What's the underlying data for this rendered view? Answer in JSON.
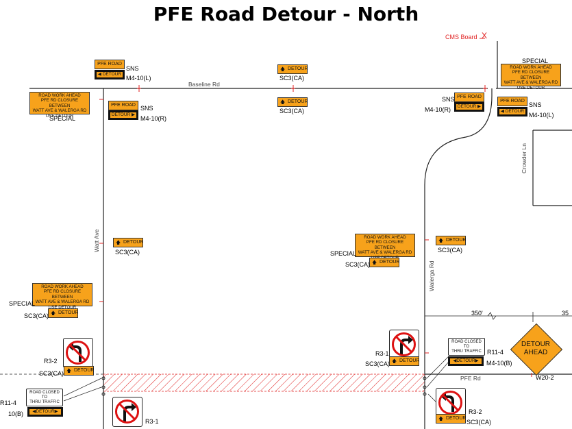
{
  "title": "PFE Road Detour - North",
  "roads": {
    "baseline": "Baseline Rd",
    "watt": "Watt Ave",
    "walerga": "Walerga Rd",
    "crowder": "Crowder Ln",
    "pfe": "PFE Rd"
  },
  "cms_board": "CMS Board",
  "cms_mark": "X",
  "dimension": {
    "left": "350'",
    "right": "35"
  },
  "sign_text": {
    "special_lines": [
      "ROAD WORK AHEAD",
      "PFE RD CLOSURE BETWEEN",
      "WATT AVE & WALERGA RD",
      "USE DETOUR"
    ],
    "special": "SPECIAL",
    "detour": "DETOUR",
    "pfe_road": "PFE ROAD",
    "road_closed_lines": [
      "ROAD CLOSED",
      "TO",
      "THRU TRAFFIC"
    ],
    "detour_ahead_lines": [
      "DETOUR",
      "AHEAD"
    ]
  },
  "codes": {
    "sns": "SNS",
    "m4_10l": "M4-10(L)",
    "m4_10r": "M4-10(R)",
    "m4_10b": "M4-10(B)",
    "m4_10b_cut": "10(B)",
    "sc3": "SC3(CA)",
    "r3_1": "R3-1",
    "r3_2": "R3-2",
    "r11_4": "R11-4",
    "r11_4_cut": "R11-4",
    "w20_2": "W20-2"
  },
  "colors": {
    "sign_orange": "#f7a21b",
    "hatch_red": "#e02020",
    "road_line": "#222222"
  }
}
